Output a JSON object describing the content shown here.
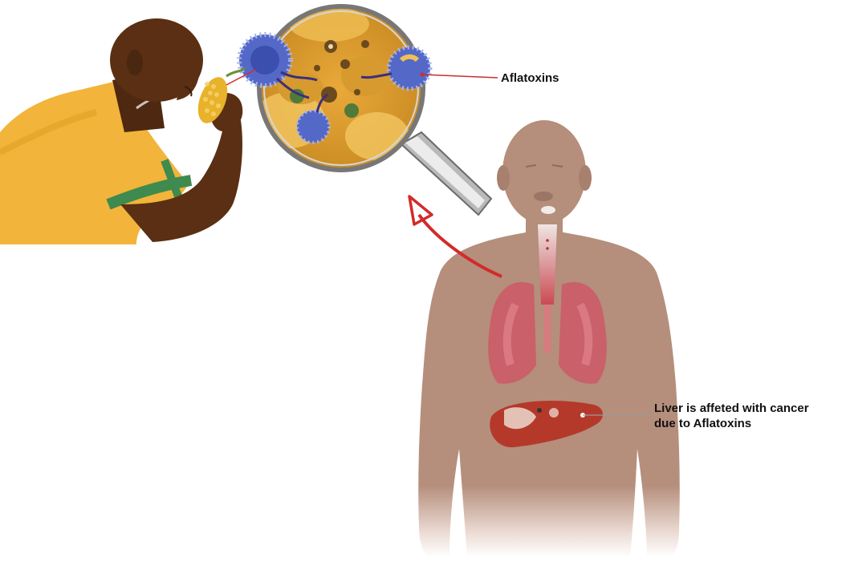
{
  "labels": {
    "aflatoxins": "Aflatoxins",
    "liver_line1": "Liver is affeted with cancer",
    "liver_line2": "due to Aflatoxins"
  },
  "colors": {
    "skin_dark": "#5a2f14",
    "shirt": "#f2b43a",
    "shirt_trim": "#3f8a4e",
    "body_silhouette": "#b58e7c",
    "lungs": "#c9606a",
    "liver": "#b5392b",
    "mold": "#4a5ec4",
    "arrow": "#d32a2a",
    "lens_rim": "#6b6b6b",
    "corn": "#e8b22a"
  }
}
